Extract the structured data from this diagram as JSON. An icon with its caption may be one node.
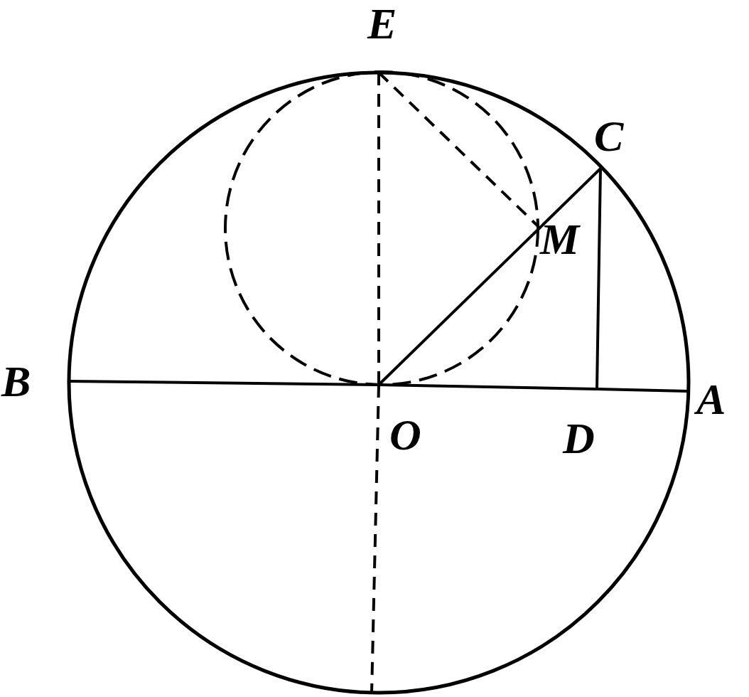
{
  "diagram": {
    "nodes": [
      {
        "text": [
          "E"
        ]
      },
      {
        "text": [
          "C"
        ]
      },
      {
        "text": [
          "M"
        ]
      },
      {
        "text": [
          "B"
        ]
      },
      {
        "text": [
          "O"
        ]
      },
      {
        "text": [
          "D"
        ]
      },
      {
        "text": [
          "A"
        ]
      }
    ],
    "edges": [
      {
        "from": 3,
        "to": 4,
        "arrow": "none"
      },
      {
        "from": 4,
        "to": 5,
        "arrow": "none"
      },
      {
        "from": 5,
        "to": 6,
        "arrow": "none"
      },
      {
        "from": 4,
        "to": 1,
        "arrow": "none"
      },
      {
        "from": 1,
        "to": 5,
        "arrow": "none"
      },
      {
        "from": 0,
        "to": 4,
        "arrow": "none",
        "style": "dashed"
      },
      {
        "from": 4,
        "to": null,
        "arrow": "none",
        "style": "dashed"
      },
      {
        "from": 0,
        "to": 2,
        "arrow": "none",
        "style": "dashed"
      }
    ]
  }
}
